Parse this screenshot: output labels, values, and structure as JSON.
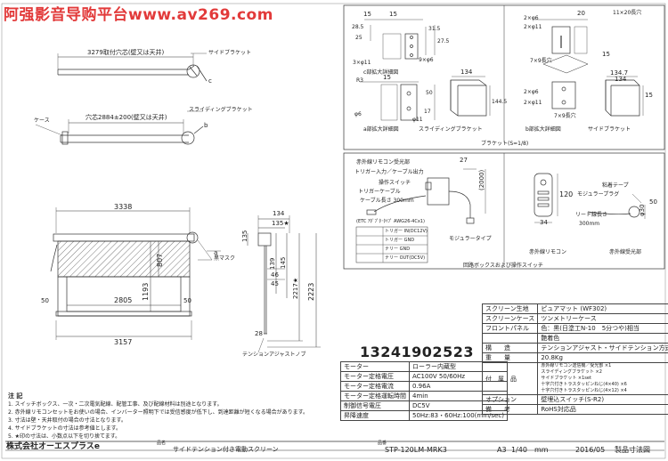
{
  "watermark": "阿强影音导购平台www.av269.com",
  "phone": "13241902523",
  "top_view": {
    "dim_mount": "3279取付穴芯(壁又は天井)",
    "label_side_bracket": "サイドブラケット",
    "callout_c": "c",
    "label_case": "ケース",
    "dim_slide": "穴芯2884±200(壁又は天井)",
    "label_sliding_bracket": "スライディングブラケット",
    "callout_b": "b"
  },
  "front_view": {
    "dim_width": "3338",
    "dim_screen": "2805",
    "dim_outer": "3157",
    "dim_807": "807",
    "dim_1193": "1193",
    "dim_50a": "50",
    "dim_50b": "50",
    "callout_a": "a",
    "label_black_mask": "黒マスク"
  },
  "side_view": {
    "d134": "134",
    "d135": "135",
    "d135s": "135★",
    "d139": "139",
    "d145": "145",
    "d46": "46",
    "d45": "45",
    "d2217": "2217★",
    "d2223": "2223",
    "d28": "28",
    "label_tension": "テンションアジャストノブ"
  },
  "bracket_box": {
    "title": "ブラケット(S=1/8)",
    "c_detail": "c部拡大詳細図",
    "a_detail": "a部拡大詳細図",
    "b_detail": "b部拡大詳細図",
    "side_bracket": "サイドブラケット",
    "sliding_bracket": "スライディングブラケット",
    "dims": {
      "d15a": "15",
      "d28_5": "28.5",
      "d25": "25",
      "d31_5": "31.5",
      "d27_5": "27.5",
      "d3x11": "3×φ11",
      "d9x6": "9×φ6",
      "d15b": "15",
      "d2x6a": "2×φ6",
      "d2x11a": "2×φ11",
      "d11x20": "11×20長穴",
      "d20": "20",
      "d7x9a": "7×9長穴",
      "d15c": "15",
      "d134a": "134",
      "d144_5": "144.5",
      "dR3": "R3",
      "d50": "50",
      "d15d": "15",
      "d6": "φ6",
      "d11": "φ11",
      "d17": "17",
      "d2x6b": "2×φ6",
      "d2x11b": "2×φ11",
      "d7x9b": "7×9長穴",
      "d134_7": "134.7",
      "d134b": "134",
      "d15e": "15"
    }
  },
  "remote_box": {
    "ir_receiver": "赤外線リモコン受光部",
    "trigger_io": "トリガー入力／ケーブル出力",
    "op_switch": "操作スイッチ",
    "trigger_cable": "トリガーケーブル",
    "cable_len": "ケーブル長さ 300mm",
    "d27": "27",
    "d2000": "(2000)",
    "modular_type": "モジュラータイプ",
    "etc_note": "(ETC ｱﾀﾞﾌﾟﾀ･ﾀｲﾌﾟ AWG26-4Cx1)",
    "footer": "回路ボックスおよび操作スイッチ",
    "wiring_rows": [
      "トリガー IN(DC12V)",
      "トリガー GND",
      "ナリー GND",
      "ナリー OUT(DC5V)"
    ],
    "ir_remote": "赤外線リモコン",
    "ir_receiver_part": "赤外線受光部",
    "adhesive_tape": "粘着テープ",
    "modular_plug": "モジュラープラグ",
    "lead_len": "リード線長さ",
    "lead_mm": "300mm",
    "d120": "120",
    "d34": "34",
    "d50": "50",
    "dphi30": "φ30"
  },
  "notes": {
    "title": "注 記",
    "lines": [
      "1. スイッチボックス、一次・二次電気配線、配管工事、及び配線材料は別途となります。",
      "2. 赤外線リモコンセットをお使いの場合、インバーター照明下では受信感度が低下し、到達距離が短くなる場合があります。",
      "3. 寸法は壁・天井取付の場合の寸法となります。",
      "4. サイドブラケットの寸法は参考値とします。",
      "5. ★印の寸法は、小数点以下を切り捨てます。"
    ]
  },
  "motor_table": {
    "rows": [
      [
        "モーター",
        "ローラー内蔵型"
      ],
      [
        "モーター定格電圧",
        "AC100V 50/60Hz"
      ],
      [
        "モーター定格電流",
        "0.96A"
      ],
      [
        "モーター定格運転時間",
        "4min"
      ],
      [
        "制御信号電圧",
        "DC5V"
      ],
      [
        "昇降速度",
        "50Hz:83・60Hz:100(mm/sec)"
      ]
    ]
  },
  "spec_table": {
    "rows": [
      [
        "スクリーン生地",
        "ピュアマット (WF302)"
      ],
      [
        "スクリーンケース",
        "ツンメトリーケース"
      ],
      [
        "フロントパネル",
        "色：黒(日塗工N-10　5分つや)相当"
      ],
      [
        "",
        "艶着色"
      ],
      [
        "構　　造",
        "テンションアジャスト・サイドテンション方式"
      ],
      [
        "重　　量",
        "20.8Kg"
      ],
      [
        "付　属　品",
        "赤外線リモコン送信機／受光部 ×1\nスライディングブラケット ×2\nサイドブラケット ×1set\n十字穴付きトラスタッピンねじ(4×40) ×6\n十字穴付きトラスタッピンねじ(4×12) ×4"
      ],
      [
        "オプション",
        "壁埋込スイッチ(S-R2)"
      ],
      [
        "備　　考",
        "RoHS対応品"
      ]
    ]
  },
  "title_block": {
    "company": "株式会社オーエスプラスe",
    "product_label": "品名",
    "product_name": "サイドテンション付き電動スクリーン",
    "model_label": "品番",
    "model": "STP-120LM-MRK3",
    "size": "A3",
    "scale": "1/40",
    "unit": "mm",
    "date": "2016/05",
    "doc_type": "製品寸法図"
  },
  "colors": {
    "line": "#333333",
    "hatch": "#555555",
    "watermark": "#e23a3a"
  }
}
